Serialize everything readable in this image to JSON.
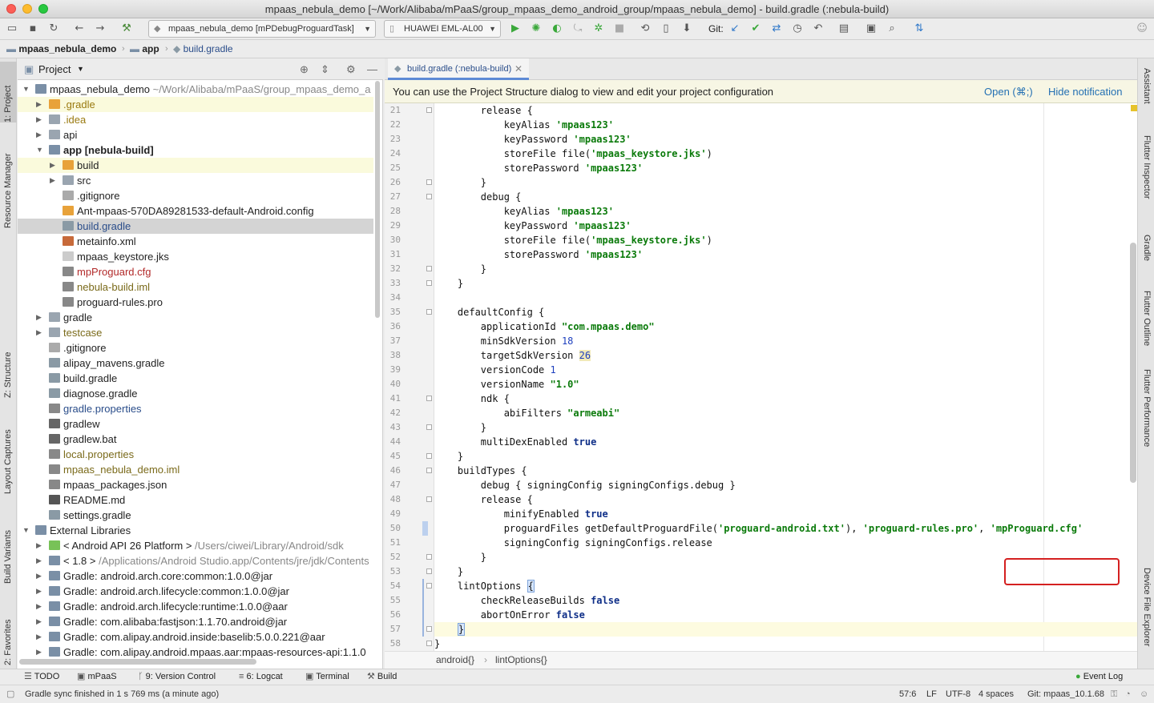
{
  "window": {
    "title": "mpaas_nebula_demo [~/Work/Alibaba/mPaaS/group_mpaas_demo_android_group/mpaas_nebula_demo] - build.gradle (:nebula-build)"
  },
  "toolbar": {
    "run_config": "mpaas_nebula_demo [mPDebugProguardTask]",
    "device": "HUAWEI EML-AL00",
    "git_label": "Git:"
  },
  "breadcrumb": [
    "mpaas_nebula_demo",
    "app",
    "build.gradle"
  ],
  "left_tabs": [
    "1: Project",
    "Resource Manager",
    "Z: Structure",
    "Layout Captures",
    "Build Variants",
    "2: Favorites"
  ],
  "right_tabs": [
    "Assistant",
    "Flutter Inspector",
    "Gradle",
    "Flutter Outline",
    "Flutter Performance",
    "Device File Explorer"
  ],
  "project_panel": {
    "title": "Project",
    "tree": [
      {
        "label": "mpaas_nebula_demo",
        "suffix": "~/Work/Alibaba/mPaaS/group_mpaas_demo_a",
        "icon": "folder-icon",
        "color": "#7a8fa6"
      },
      {
        "label": ".gradle",
        "icon": "folder-icon",
        "color": "#e8a23a"
      },
      {
        "label": ".idea",
        "icon": "folder-icon",
        "color": "#9aa5b0"
      },
      {
        "label": "api",
        "icon": "folder-icon",
        "color": "#9aa5b0"
      },
      {
        "label": "app [nebula-build]",
        "icon": "module-folder-icon",
        "color": "#7a8fa6"
      },
      {
        "label": "build",
        "icon": "folder-icon",
        "color": "#e8a23a"
      },
      {
        "label": "src",
        "icon": "folder-icon",
        "color": "#9aa5b0"
      },
      {
        "label": ".gitignore",
        "icon": "gitignore-file-icon",
        "color": "#aaaaaa"
      },
      {
        "label": "Ant-mpaas-570DA89281533-default-Android.config",
        "icon": "config-file-icon",
        "color": "#e8a23a"
      },
      {
        "label": "build.gradle",
        "icon": "gradle-file-icon",
        "color": "#8a9aa5"
      },
      {
        "label": "metainfo.xml",
        "icon": "xml-file-icon",
        "color": "#c76a3a"
      },
      {
        "label": "mpaas_keystore.jks",
        "icon": "file-icon",
        "color": "#cccccc"
      },
      {
        "label": "mpProguard.cfg",
        "icon": "file-icon",
        "color": "#888888"
      },
      {
        "label": "nebula-build.iml",
        "icon": "iml-file-icon",
        "color": "#888888"
      },
      {
        "label": "proguard-rules.pro",
        "icon": "file-icon",
        "color": "#888888"
      },
      {
        "label": "gradle",
        "icon": "folder-icon",
        "color": "#9aa5b0"
      },
      {
        "label": "testcase",
        "icon": "folder-icon",
        "color": "#9aa5b0"
      },
      {
        "label": ".gitignore",
        "icon": "gitignore-file-icon",
        "color": "#aaaaaa"
      },
      {
        "label": "alipay_mavens.gradle",
        "icon": "gradle-file-icon",
        "color": "#8a9aa5"
      },
      {
        "label": "build.gradle",
        "icon": "gradle-file-icon",
        "color": "#8a9aa5"
      },
      {
        "label": "diagnose.gradle",
        "icon": "gradle-file-icon",
        "color": "#8a9aa5"
      },
      {
        "label": "gradle.properties",
        "icon": "properties-file-icon",
        "color": "#888888"
      },
      {
        "label": "gradlew",
        "icon": "terminal-file-icon",
        "color": "#666666"
      },
      {
        "label": "gradlew.bat",
        "icon": "file-icon",
        "color": "#666666"
      },
      {
        "label": "local.properties",
        "icon": "properties-file-icon",
        "color": "#888888"
      },
      {
        "label": "mpaas_nebula_demo.iml",
        "icon": "iml-file-icon",
        "color": "#888888"
      },
      {
        "label": "mpaas_packages.json",
        "icon": "json-file-icon",
        "color": "#888888"
      },
      {
        "label": "README.md",
        "icon": "md-file-icon",
        "color": "#555555"
      },
      {
        "label": "settings.gradle",
        "icon": "gradle-file-icon",
        "color": "#8a9aa5"
      },
      {
        "label": "External Libraries",
        "icon": "library-icon",
        "color": "#7a8fa6"
      },
      {
        "label": "< Android API 26 Platform >",
        "suffix": "/Users/ciwei/Library/Android/sdk",
        "icon": "android-sdk-icon",
        "color": "#78c257"
      },
      {
        "label": "< 1.8 >",
        "suffix": "/Applications/Android Studio.app/Contents/jre/jdk/Contents",
        "icon": "jdk-icon",
        "color": "#7a8fa6"
      },
      {
        "label": "Gradle: android.arch.core:common:1.0.0@jar",
        "icon": "library-icon",
        "color": "#7a8fa6"
      },
      {
        "label": "Gradle: android.arch.lifecycle:common:1.0.0@jar",
        "icon": "library-icon",
        "color": "#7a8fa6"
      },
      {
        "label": "Gradle: android.arch.lifecycle:runtime:1.0.0@aar",
        "icon": "library-icon",
        "color": "#7a8fa6"
      },
      {
        "label": "Gradle: com.alibaba:fastjson:1.1.70.android@jar",
        "icon": "library-icon",
        "color": "#7a8fa6"
      },
      {
        "label": "Gradle: com.alipay.android.inside:baselib:5.0.0.221@aar",
        "icon": "library-icon",
        "color": "#7a8fa6"
      },
      {
        "label": "Gradle: com.alipay.android.mpaas.aar:mpaas-resources-api:1.1.0",
        "icon": "library-icon",
        "color": "#7a8fa6"
      }
    ]
  },
  "editor": {
    "tab_label": "build.gradle (:nebula-build)",
    "notification": {
      "text": "You can use the Project Structure dialog to view and edit your project configuration",
      "open": "Open (⌘;)",
      "hide": "Hide notification"
    },
    "line_numbers": [
      "21",
      "22",
      "23",
      "24",
      "25",
      "26",
      "27",
      "28",
      "29",
      "30",
      "31",
      "32",
      "33",
      "34",
      "35",
      "36",
      "37",
      "38",
      "39",
      "40",
      "41",
      "42",
      "43",
      "44",
      "45",
      "46",
      "47",
      "48",
      "49",
      "50",
      "51",
      "52",
      "53",
      "54",
      "55",
      "56",
      "57",
      "58"
    ],
    "code": [
      "        release {",
      "            keyAlias 'mpaas123'",
      "            keyPassword 'mpaas123'",
      "            storeFile file('mpaas_keystore.jks')",
      "            storePassword 'mpaas123'",
      "        }",
      "        debug {",
      "            keyAlias 'mpaas123'",
      "            keyPassword 'mpaas123'",
      "            storeFile file('mpaas_keystore.jks')",
      "            storePassword 'mpaas123'",
      "        }",
      "    }",
      "",
      "    defaultConfig {",
      "        applicationId \"com.mpaas.demo\"",
      "        minSdkVersion 18",
      "        targetSdkVersion 26",
      "        versionCode 1",
      "        versionName \"1.0\"",
      "        ndk {",
      "            abiFilters \"armeabi\"",
      "        }",
      "        multiDexEnabled true",
      "    }",
      "    buildTypes {",
      "        debug { signingConfig signingConfigs.debug }",
      "        release {",
      "            minifyEnabled true",
      "            proguardFiles getDefaultProguardFile('proguard-android.txt'), 'proguard-rules.pro', 'mpProguard.cfg'",
      "            signingConfig signingConfigs.release",
      "        }",
      "    }",
      "    lintOptions {",
      "        checkReleaseBuilds false",
      "        abortOnError false",
      "    }",
      "}"
    ],
    "crumbs": [
      "android{}",
      "lintOptions{}"
    ]
  },
  "bottom_tools": [
    "TODO",
    "mPaaS",
    "9: Version Control",
    "6: Logcat",
    "Terminal",
    "Build",
    "Event Log"
  ],
  "status": {
    "message": "Gradle sync finished in 1 s 769 ms (a minute ago)",
    "position": "57:6",
    "line_sep": "LF",
    "encoding": "UTF-8",
    "indent": "4 spaces",
    "vcs": "Git: mpaas_10.1.68"
  },
  "colors": {
    "accent": "#2470b3",
    "highlight_box": "#d42020",
    "string": "#0a7a0a",
    "number": "#1d3fbe",
    "keyword": "#0f2f88"
  }
}
